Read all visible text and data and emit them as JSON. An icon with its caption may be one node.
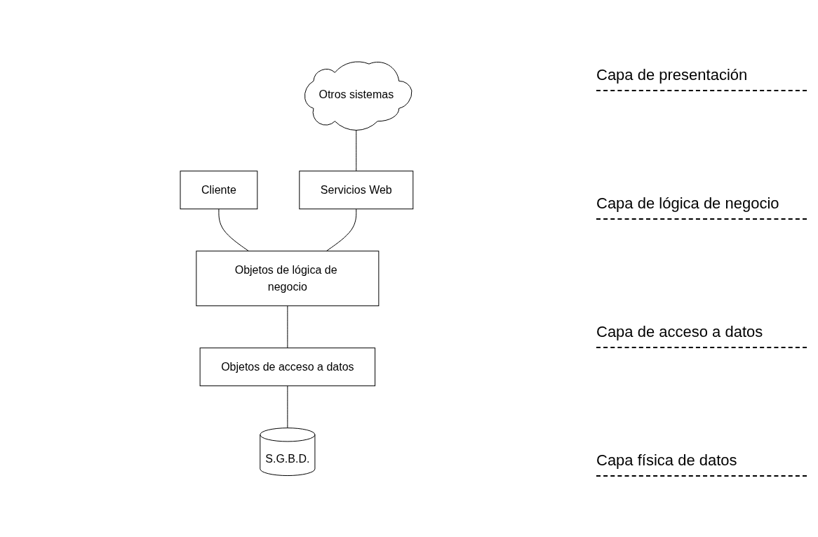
{
  "diagram": {
    "nodes": [
      {
        "text": [
          "Cliente"
        ]
      },
      {
        "text": [
          "Otros sistemas"
        ]
      },
      {
        "text": [
          "Servicios Web"
        ]
      },
      {
        "text": [
          "Objetos de lógica de negocio"
        ]
      },
      {
        "text": [
          "Objetos de acceso a datos"
        ]
      },
      {
        "text": [
          "S.G.B.D."
        ]
      }
    ],
    "edges": [
      {
        "from": 0,
        "to": 3,
        "arrow": "none"
      },
      {
        "from": 1,
        "to": 2,
        "arrow": "none"
      },
      {
        "from": 2,
        "to": 3,
        "arrow": "none"
      },
      {
        "from": 3,
        "to": 4,
        "arrow": "none"
      },
      {
        "from": 4,
        "to": 5,
        "arrow": "none"
      }
    ],
    "labels": [
      "Capa de presentación",
      "Capa de lógica de negocio",
      "Capa de acceso a datos",
      "Capa física de datos"
    ]
  }
}
